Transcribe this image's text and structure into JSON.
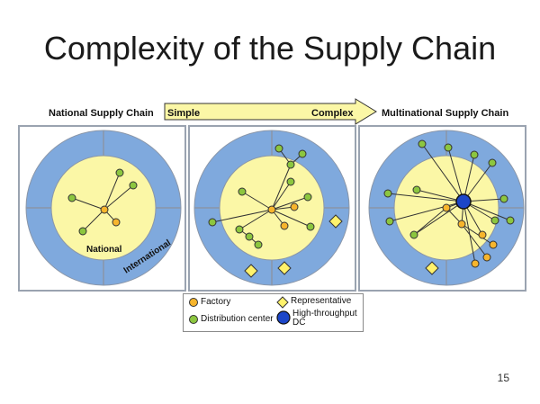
{
  "slide": {
    "title": "Complexity of the Supply Chain",
    "page_number": "15"
  },
  "header": {
    "left_label": "National Supply Chain",
    "right_label": "Multinational Supply Chain",
    "arrow_start": "Simple",
    "arrow_end": "Complex"
  },
  "panels": [
    {
      "inner_label": "National",
      "outer_label": "International"
    }
  ],
  "legend": {
    "factory": "Factory",
    "distribution_center": "Distribution center",
    "representative": "Representative",
    "high_throughput_dc": "High-throughput DC"
  },
  "colors": {
    "outer_ring": "#7fa9dd",
    "inner_disc": "#fbf7a6",
    "factory": "#f7b52c",
    "distribution_center": "#8cc63f",
    "representative": "#fff26b",
    "high_throughput_dc": "#1c46c9",
    "arrow_fill": "#fbf7a6"
  }
}
